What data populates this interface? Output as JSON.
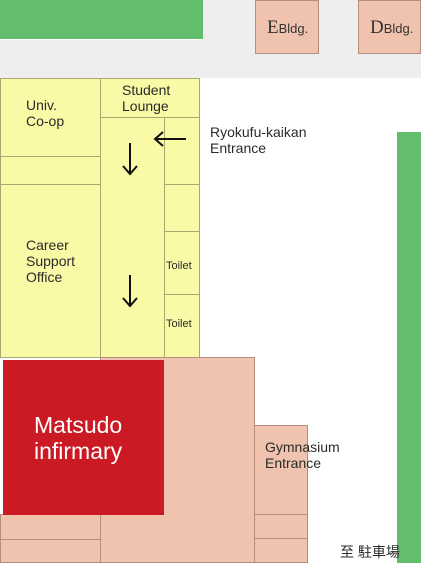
{
  "labels": {
    "univ_coop": "Univ.\nCo-op",
    "student_lounge": "Student\nLounge",
    "career_support": "Career\nSupport\nOffice",
    "toilet_1": "Toilet",
    "toilet_2": "Toilet",
    "infirmary": "Matsudo\ninfirmary",
    "ryokufu_entrance": "Ryokufu-kaikan\nEntrance",
    "gymnasium_entrance": "Gymnasium\nEntrance",
    "to_parking": "至 駐車場"
  },
  "buildings": {
    "e": {
      "letter": "E",
      "suffix": "Bldg."
    },
    "d": {
      "letter": "D",
      "suffix": "Bldg."
    }
  },
  "icons": [
    "arrow-left-icon",
    "arrow-down-icon",
    "arrow-down-icon"
  ],
  "colors": {
    "corridor_yellow": "#fafaa6",
    "building_pink": "#efc3ae",
    "infirmary_red": "#cc1a24",
    "green_area": "#62bd6c",
    "background": "#eeeeee"
  }
}
